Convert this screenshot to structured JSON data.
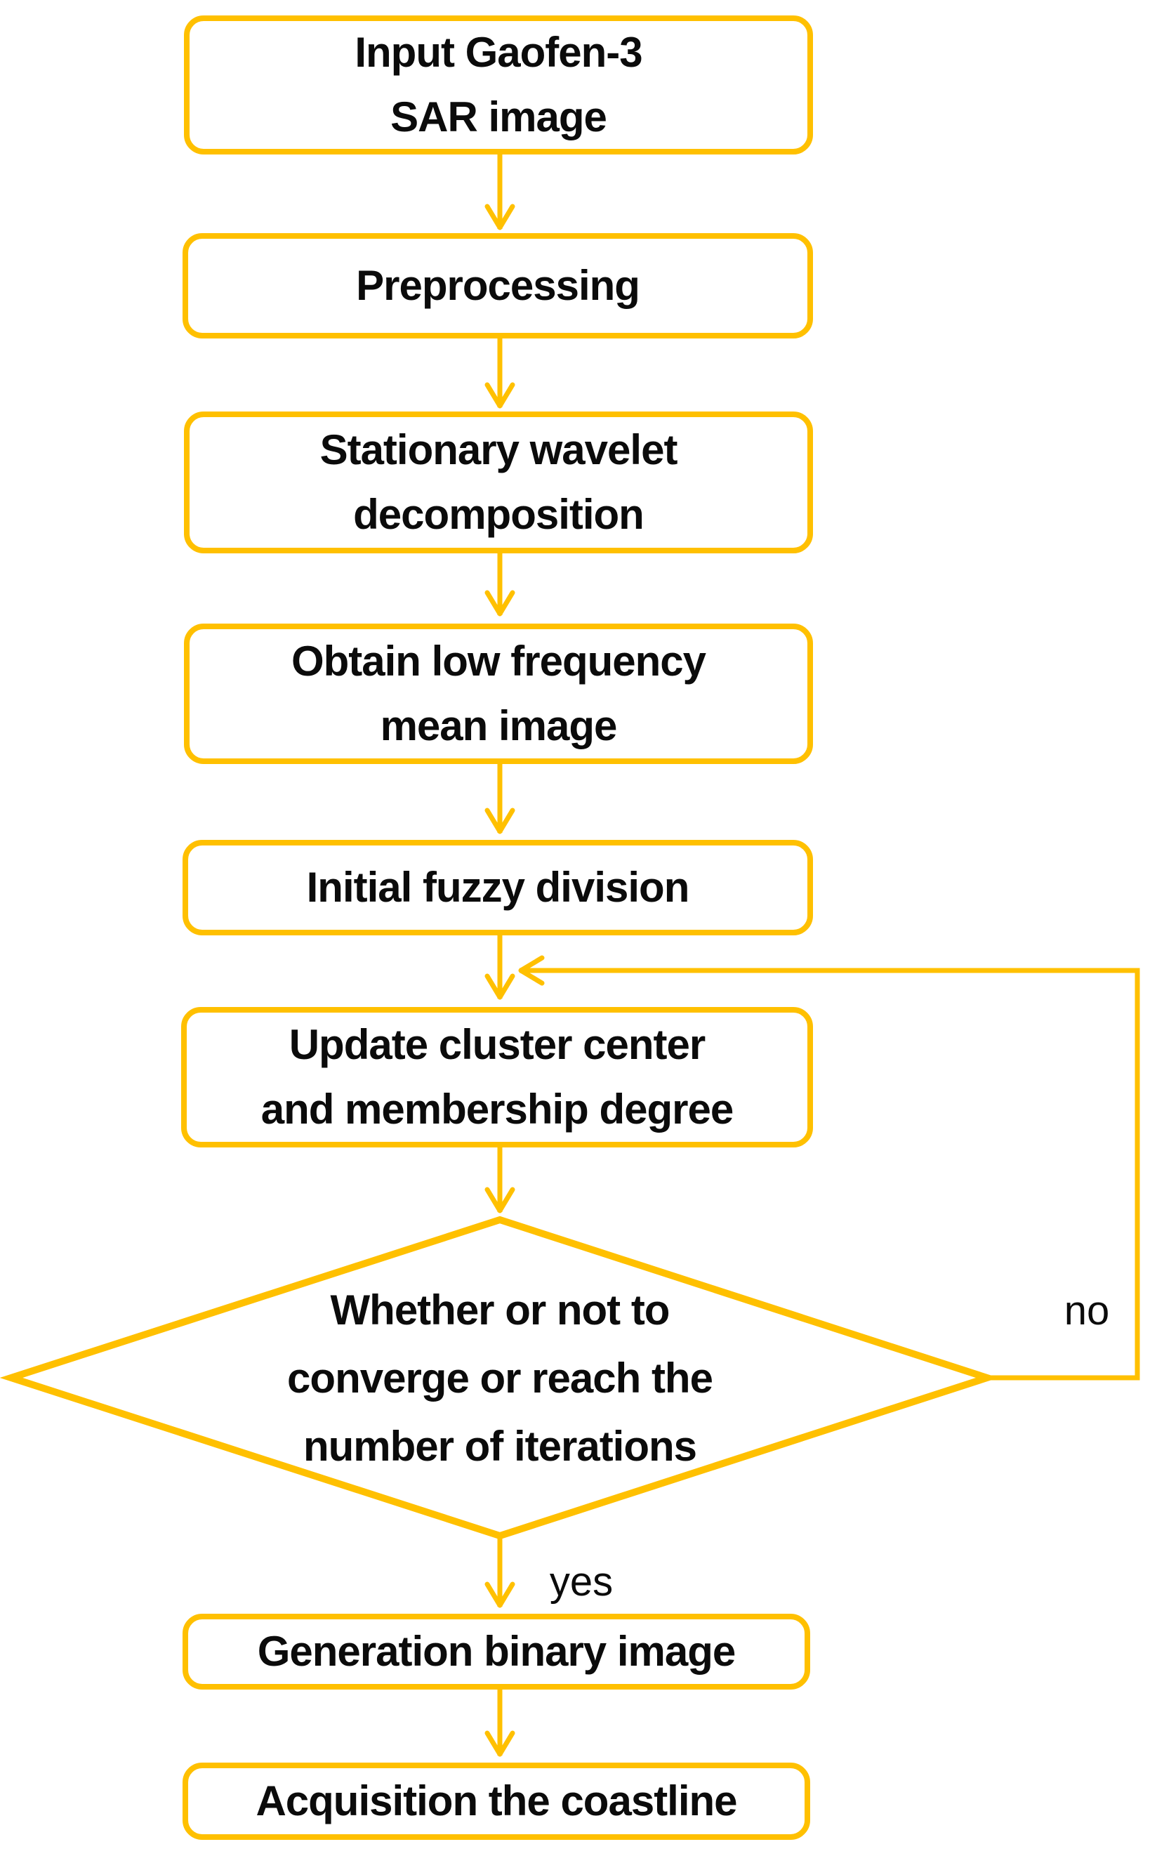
{
  "colors": {
    "accent": "#FFC000",
    "text": "#0b0b0b",
    "background": "#ffffff"
  },
  "nodes": [
    {
      "id": "input",
      "type": "process",
      "lines": [
        "Input Gaofen-3",
        "SAR image"
      ]
    },
    {
      "id": "preprocessing",
      "type": "process",
      "lines": [
        "Preprocessing"
      ]
    },
    {
      "id": "wavelet",
      "type": "process",
      "lines": [
        "Stationary wavelet",
        "decomposition"
      ]
    },
    {
      "id": "lowfreq",
      "type": "process",
      "lines": [
        "Obtain low frequency",
        "mean image"
      ]
    },
    {
      "id": "fuzzy",
      "type": "process",
      "lines": [
        "Initial fuzzy division"
      ]
    },
    {
      "id": "update",
      "type": "process",
      "lines": [
        "Update cluster center",
        "and membership degree"
      ]
    },
    {
      "id": "decision",
      "type": "decision",
      "lines": [
        "Whether or not to",
        "converge or reach the",
        "number of iterations"
      ]
    },
    {
      "id": "binary",
      "type": "process",
      "lines": [
        "Generation binary image"
      ]
    },
    {
      "id": "coastline",
      "type": "process",
      "lines": [
        "Acquisition the coastline"
      ]
    }
  ],
  "edges": [
    {
      "from": "input",
      "to": "preprocessing",
      "label": ""
    },
    {
      "from": "preprocessing",
      "to": "wavelet",
      "label": ""
    },
    {
      "from": "wavelet",
      "to": "lowfreq",
      "label": ""
    },
    {
      "from": "lowfreq",
      "to": "fuzzy",
      "label": ""
    },
    {
      "from": "fuzzy",
      "to": "update",
      "label": ""
    },
    {
      "from": "update",
      "to": "decision",
      "label": ""
    },
    {
      "from": "decision",
      "to": "binary",
      "label": "yes"
    },
    {
      "from": "decision",
      "to": "update",
      "label": "no"
    },
    {
      "from": "binary",
      "to": "coastline",
      "label": ""
    }
  ],
  "edge_labels": {
    "yes": "yes",
    "no": "no"
  }
}
